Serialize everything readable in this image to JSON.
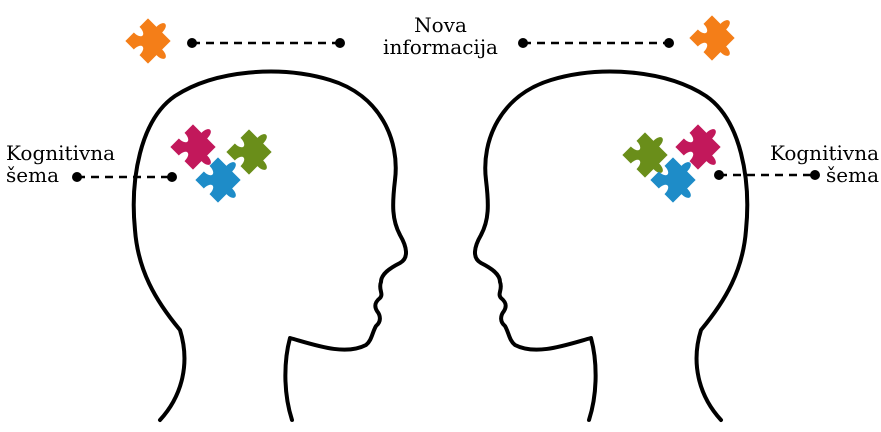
{
  "labels": {
    "new_information": [
      "Nova",
      "informacija"
    ],
    "cognitive_schema_left": [
      "Kognitivna",
      "šema"
    ],
    "cognitive_schema_right": [
      "Kognitivna",
      "šema"
    ]
  },
  "colors": {
    "orange": "#F47E18",
    "magenta": "#C2185B",
    "green": "#6A8E1A",
    "blue": "#1E8CC8",
    "outline": "#000000"
  },
  "icons": {
    "new_piece": "puzzle-piece-icon",
    "schema": "puzzle-cluster-icon",
    "head": "head-silhouette-icon"
  }
}
